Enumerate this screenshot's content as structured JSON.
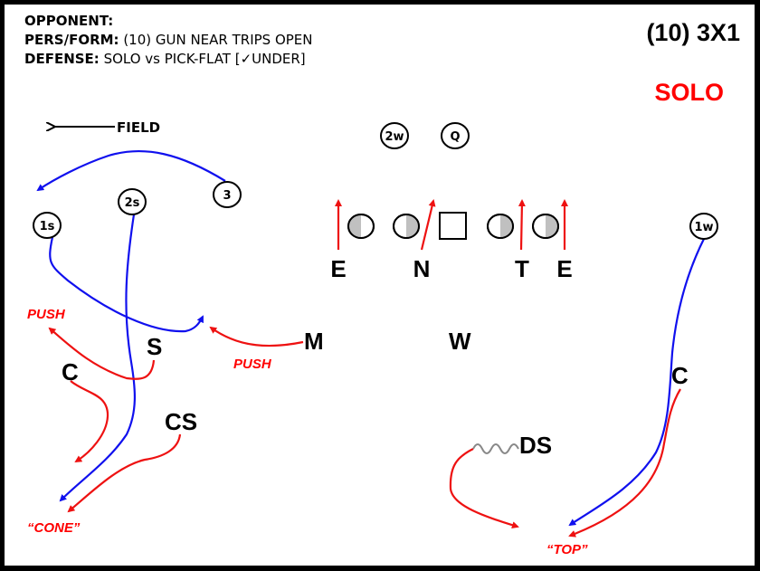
{
  "header": {
    "opponent_label": "OPPONENT:",
    "opponent_value": "",
    "pers_form_label": "PERS/FORM:",
    "pers_form_value": " (10) GUN NEAR TRIPS OPEN",
    "defense_label": "DEFENSE:",
    "defense_value": " SOLO vs PICK-FLAT  [✓UNDER]"
  },
  "title": "(10) 3X1",
  "call": "SOLO",
  "field_indicator": "FIELD",
  "offense": {
    "receivers": [
      {
        "id": "1s",
        "label": "1s"
      },
      {
        "id": "2s",
        "label": "2s"
      },
      {
        "id": "3",
        "label": "3"
      },
      {
        "id": "2w",
        "label": "2w"
      },
      {
        "id": "q",
        "label": "Q"
      },
      {
        "id": "1w",
        "label": "1w"
      }
    ],
    "linemen_count": 5
  },
  "defense": {
    "front": [
      {
        "id": "e-left",
        "label": "E"
      },
      {
        "id": "n",
        "label": "N"
      },
      {
        "id": "t",
        "label": "T"
      },
      {
        "id": "e-right",
        "label": "E"
      }
    ],
    "second_level": [
      {
        "id": "m",
        "label": "M"
      },
      {
        "id": "w",
        "label": "W"
      },
      {
        "id": "s",
        "label": "S"
      }
    ],
    "secondary": [
      {
        "id": "c-field",
        "label": "C"
      },
      {
        "id": "cs",
        "label": "CS"
      },
      {
        "id": "ds",
        "label": "DS"
      },
      {
        "id": "c-boundary",
        "label": "C"
      }
    ]
  },
  "annotations": {
    "push_left": "PUSH",
    "push_mid": "PUSH",
    "cone": "“CONE”",
    "top": "“TOP”"
  },
  "colors": {
    "offense_route": "#1010ee",
    "defense_path": "#ee1111",
    "blitz_wave": "#888888",
    "call_text": "#ff0000"
  }
}
